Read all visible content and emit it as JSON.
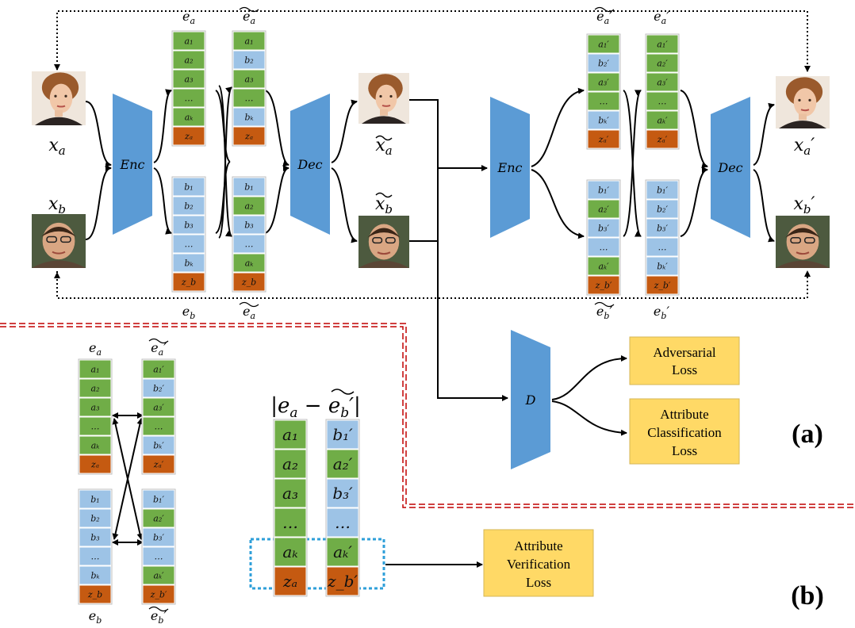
{
  "colors": {
    "a_cell": "#70ad47",
    "b_cell": "#9dc3e6",
    "z_cell": "#c55a11",
    "trap": "#5b9bd5",
    "loss_box": "#ffd966",
    "divider": "#c00000"
  },
  "labels": {
    "enc": "Enc",
    "dec": "Dec",
    "disc": "D",
    "x_a": "x_a",
    "x_b": "x_b",
    "x_a_tilde": "x̃_a",
    "x_b_tilde": "x̃_b",
    "x_a_prime": "x_a′",
    "x_b_prime": "x_b′",
    "e_a": "e_a",
    "e_b": "e_b",
    "e_a_tilde": "ẽ_a",
    "e_b_tilde_bottom": "ẽ_a",
    "e_a_tilde_prime": "ẽ_a′",
    "e_a_prime": "e_a′",
    "e_b_tilde_prime": "ẽ_b′",
    "e_b_prime": "e_b′",
    "abs_formula": "|e_a − ẽ_b′|"
  },
  "losses": {
    "adversarial": [
      "Adversarial",
      "Loss"
    ],
    "classification": [
      "Attribute",
      "Classification",
      "Loss"
    ],
    "verification": [
      "Attribute",
      "Verification",
      "Loss"
    ]
  },
  "panels": {
    "a": "(a)",
    "b": "(b)"
  },
  "columns": {
    "ea": [
      "a₁",
      "a₂",
      "a₃",
      "…",
      "aₖ",
      "zₐ"
    ],
    "ea_tilde": [
      "a₁",
      "b₂",
      "a₃",
      "…",
      "bₖ",
      "zₐ"
    ],
    "eb": [
      "b₁",
      "b₂",
      "b₃",
      "…",
      "bₖ",
      "z_b"
    ],
    "eb_tilde": [
      "b₁",
      "a₂",
      "b₃",
      "…",
      "aₖ",
      "z_b"
    ],
    "ea_tilde_p": [
      "a₁′",
      "b₂′",
      "a₃′",
      "…",
      "bₖ′",
      "zₐ′"
    ],
    "ea_p": [
      "a₁′",
      "a₂′",
      "a₃′",
      "…",
      "aₖ′",
      "zₐ′"
    ],
    "eb_tilde_p": [
      "b₁′",
      "a₂′",
      "b₃′",
      "…",
      "aₖ′",
      "z_b′"
    ],
    "eb_p": [
      "b₁′",
      "b₂′",
      "b₃′",
      "…",
      "bₖ′",
      "z_b′"
    ],
    "big_left": [
      "a₁",
      "a₂",
      "a₃",
      "…",
      "aₖ",
      "zₐ"
    ],
    "big_right": [
      "b₁′",
      "a₂′",
      "b₃′",
      "…",
      "aₖ′",
      "z_b′"
    ]
  },
  "face_names": [
    "face-woman-input",
    "face-boy-input",
    "face-woman-swap",
    "face-boy-swap",
    "face-woman-recon",
    "face-boy-recon"
  ]
}
